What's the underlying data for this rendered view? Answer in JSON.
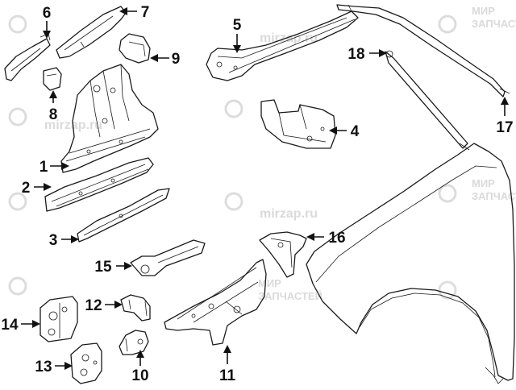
{
  "watermark": {
    "site": "mirzap.ru",
    "line1": "МИР",
    "line2": "ЗАПЧАСТЕЙ"
  },
  "callouts": {
    "c1": "1",
    "c2": "2",
    "c3": "3",
    "c4": "4",
    "c5": "5",
    "c6": "6",
    "c7": "7",
    "c8": "8",
    "c9": "9",
    "c10": "10",
    "c11": "11",
    "c12": "12",
    "c13": "13",
    "c14": "14",
    "c15": "15",
    "c16": "16",
    "c17": "17",
    "c18": "18"
  },
  "colors": {
    "line": "#1a1a1a",
    "watermark": "#d6d6d6"
  }
}
